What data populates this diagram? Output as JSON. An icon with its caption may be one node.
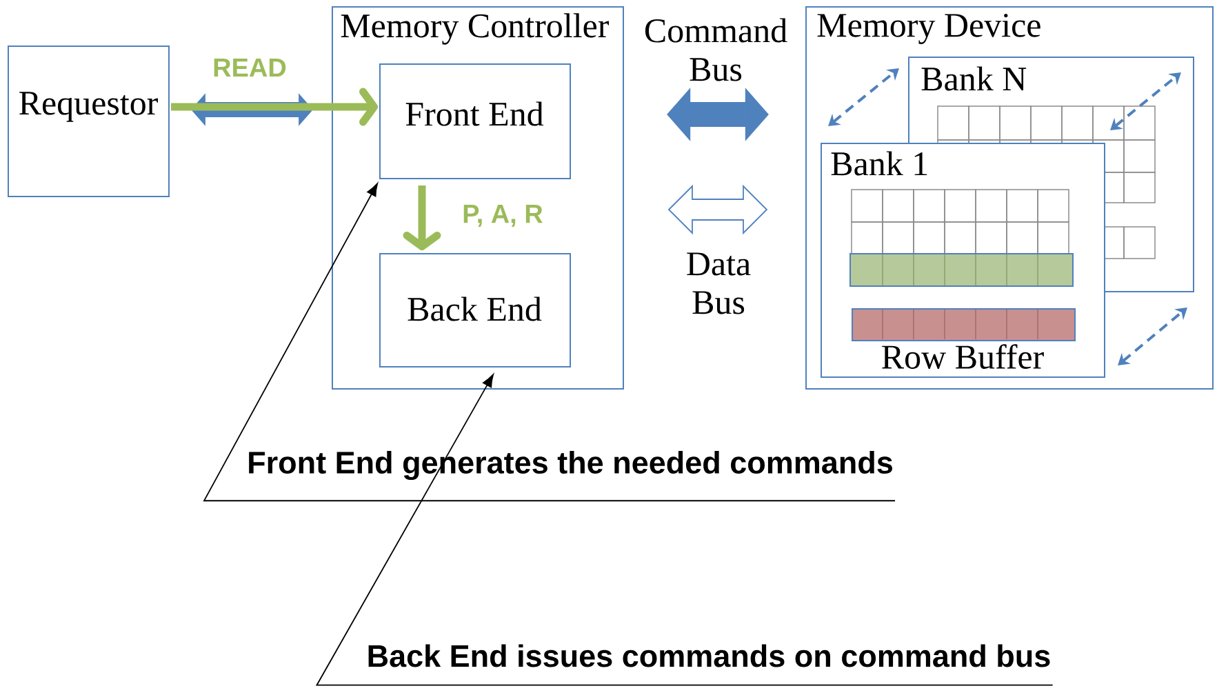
{
  "diagram": {
    "nodes": [
      {
        "text": [
          "Requestor"
        ]
      },
      {
        "text": [
          "Memory Controller"
        ]
      },
      {
        "text": [
          "Front End"
        ],
        "in": 1
      },
      {
        "text": [
          "Back End"
        ],
        "in": 1
      },
      {
        "text": [
          "Memory Device"
        ]
      },
      {
        "text": [
          "Bank N"
        ],
        "in": 4
      },
      {
        "text": [
          "Bank 1"
        ],
        "in": 4
      },
      {
        "text": [
          "Row Buffer"
        ],
        "in": 6
      },
      {
        "text": [
          "Front End generates the needed commands"
        ]
      },
      {
        "text": [
          "Back End issues commands on command bus"
        ]
      }
    ],
    "edges": [
      {
        "from": 0,
        "to": 1,
        "arrow": "both",
        "style": "thick",
        "color": "#4f81bd"
      },
      {
        "from": 0,
        "to": 2,
        "arrow": "to",
        "label": "READ",
        "color": "#9bbb59"
      },
      {
        "from": 2,
        "to": 3,
        "arrow": "to",
        "label": "P, A, R",
        "color": "#9bbb59"
      },
      {
        "from": 1,
        "to": 4,
        "arrow": "both",
        "label": "Command Bus",
        "style": "thick",
        "color": "#4f81bd"
      },
      {
        "from": 1,
        "to": 4,
        "arrow": "both",
        "label": "Data Bus",
        "color": "#4f81bd"
      },
      {
        "from": 8,
        "to": 2,
        "arrow": "to",
        "color": "#000000"
      },
      {
        "from": 9,
        "to": 3,
        "arrow": "to",
        "color": "#000000"
      }
    ]
  }
}
